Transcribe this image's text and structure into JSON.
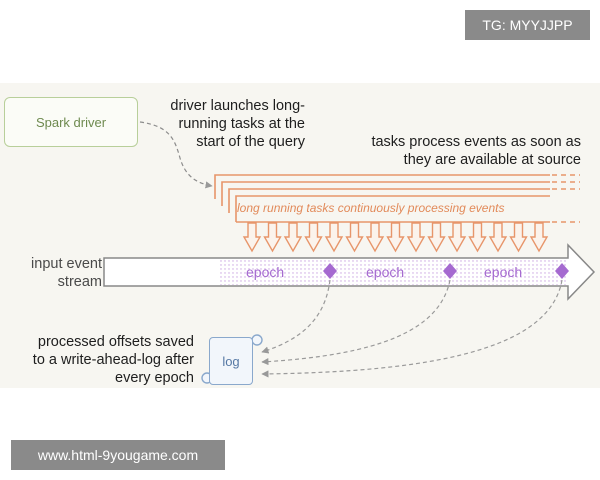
{
  "badge": "TG: MYYJJPP",
  "watermark": "www.html-9yougame.com",
  "driver": "Spark driver",
  "driver_note": [
    "driver launches long-",
    "running tasks at the",
    "start of the query"
  ],
  "tasks_note": [
    "tasks process events as soon as",
    "they are available at source"
  ],
  "tasks_label": "long running tasks continuously processing events",
  "input_label": [
    "input event",
    "stream"
  ],
  "epochs": [
    "epoch",
    "epoch",
    "epoch"
  ],
  "log_label": "log",
  "offsets_note": [
    "processed offsets saved",
    "to a write-ahead-log after",
    "every epoch"
  ],
  "colors": {
    "task_orange": "#e7956a",
    "epoch_purple": "#a56ad0",
    "driver_green": "#b8cf9a",
    "log_blue": "#8aa8cc"
  }
}
